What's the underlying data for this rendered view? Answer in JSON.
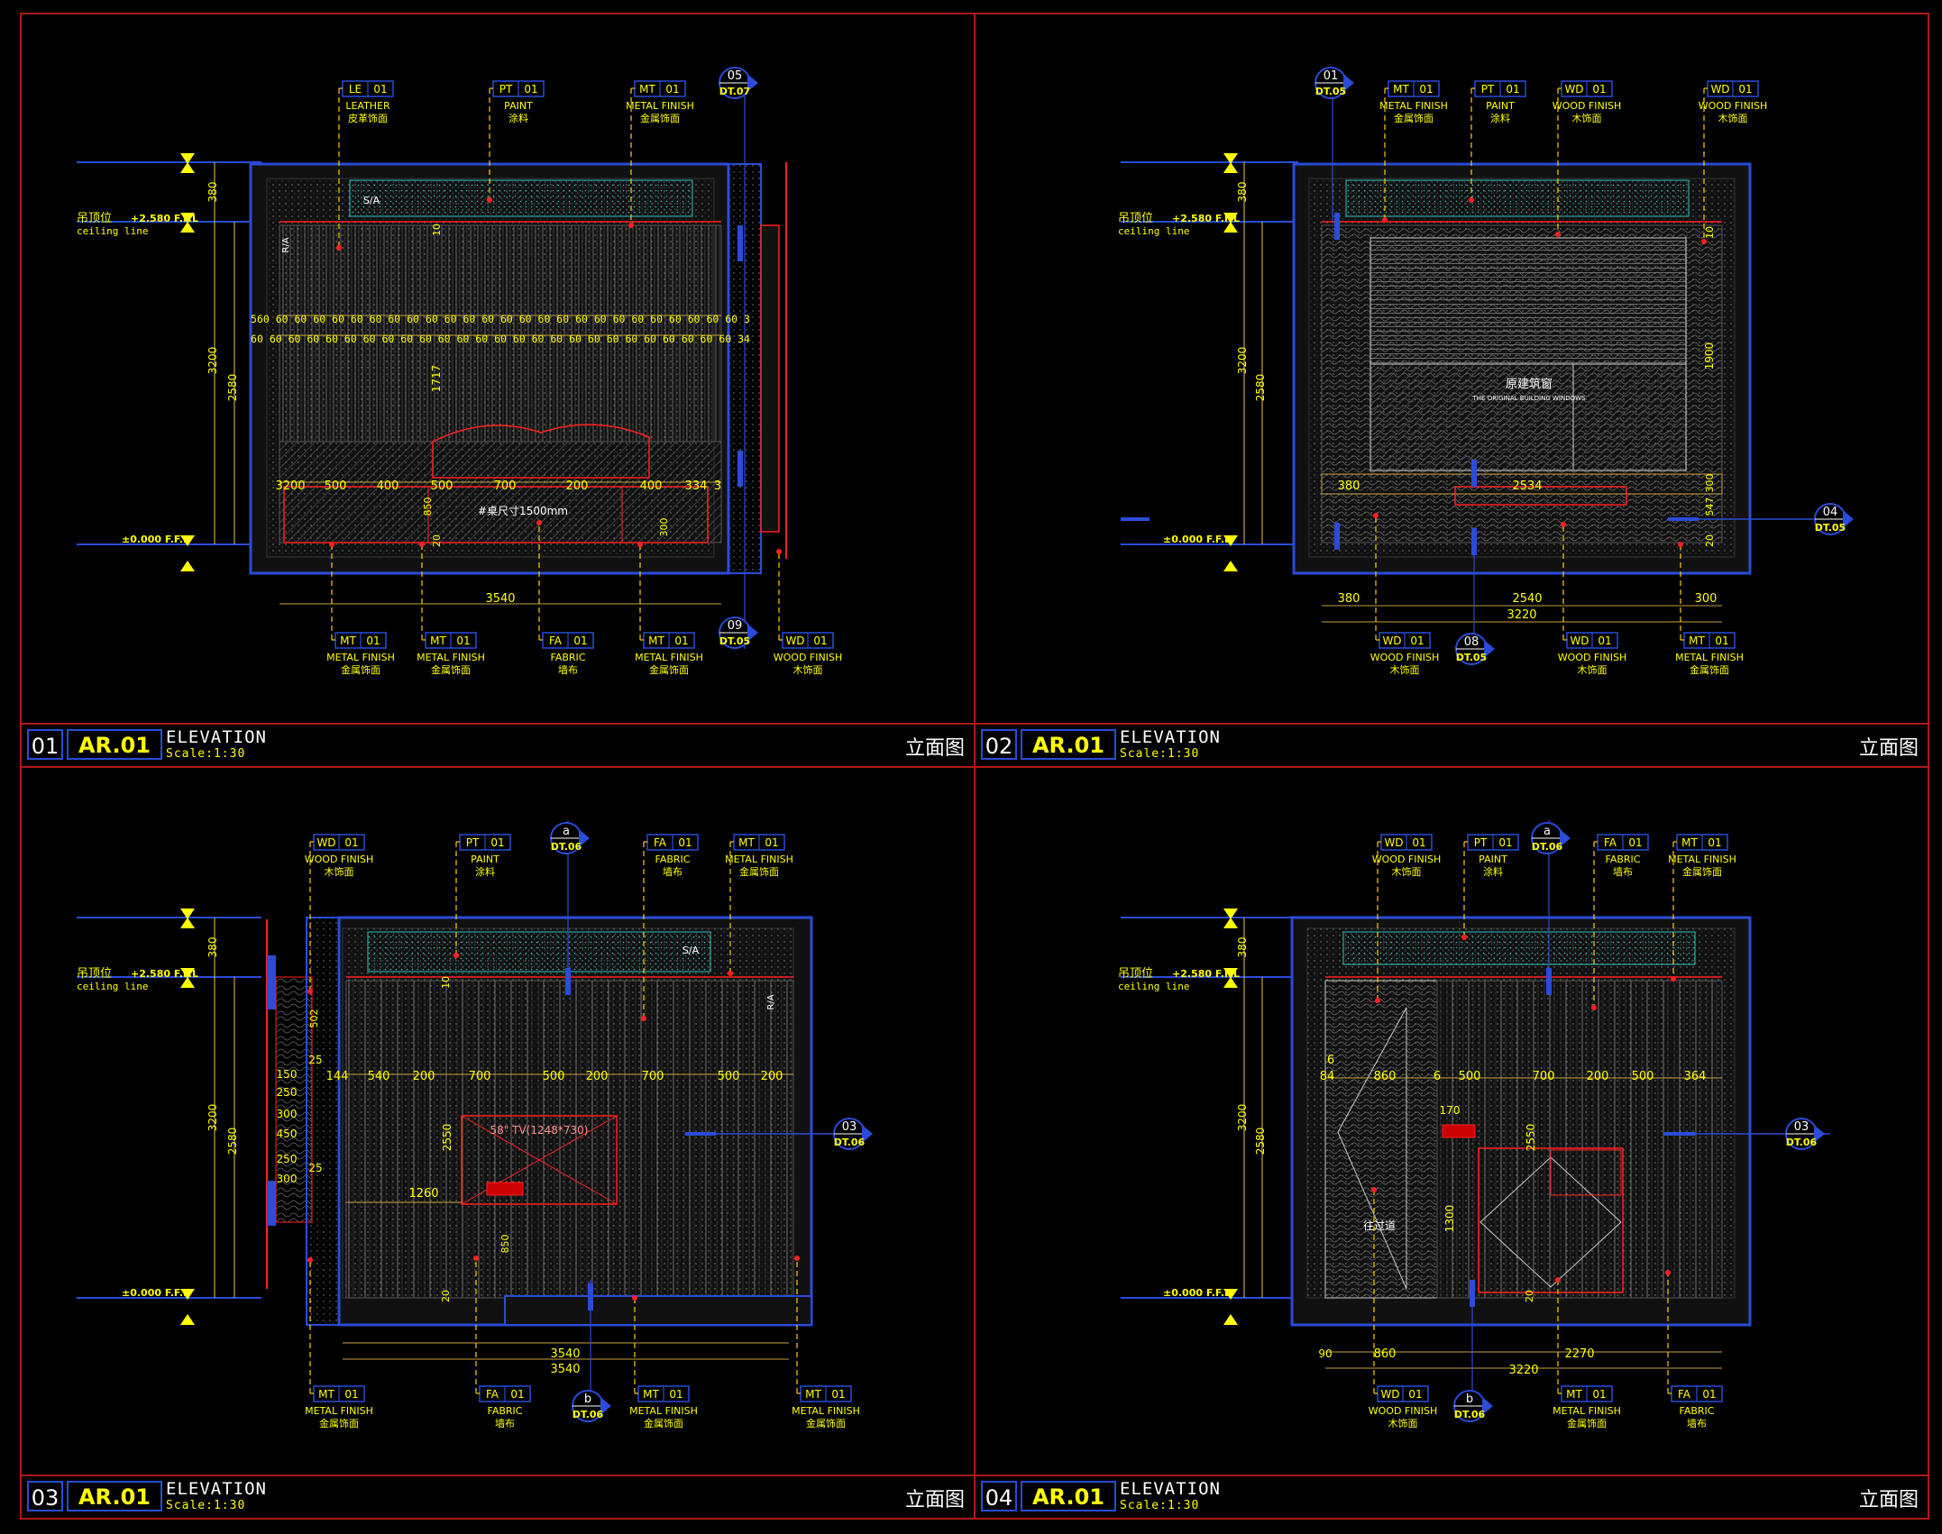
{
  "panels": [
    {
      "num": "01",
      "ref": "AR.01",
      "title": "ELEVATION",
      "scale": "Scale:1:30",
      "cn": "立面图",
      "ceiling_cn": "吊顶位",
      "ceiling_lvl": "+2.580 F.F.L",
      "ceiling_en": "ceiling line",
      "floor_lvl": "±0.000 F.F.L",
      "dims_v": [
        "380",
        "3200",
        "2580",
        "1717",
        "10",
        "20",
        "850",
        "300"
      ],
      "dims_h_row1": "560 60 60 60 60 60 60 60 60 60 60 60 60 60 60 60 60 60 60 60 60 60 60 60 60 60 3",
      "dims_h_row2": "60 60 60 60 60 60 60 60 60 60 60 60 60 60 60 60 60 60 60 60 60 60 60 60 60 60 34",
      "dims_h_row3": [
        "3200",
        "500",
        "400",
        "500",
        "700",
        "200",
        "400",
        "334",
        "3"
      ],
      "dim_bottom": "3540",
      "note": "#桌尺寸1500mm",
      "sa_label": "S/A",
      "ra_label": "R/A",
      "tags_top": [
        {
          "code": "LE",
          "num": "01",
          "en": "LEATHER",
          "cn": "皮革饰面"
        },
        {
          "code": "PT",
          "num": "01",
          "en": "PAINT",
          "cn": "涂料"
        },
        {
          "code": "MT",
          "num": "01",
          "en": "METAL FINISH",
          "cn": "金属饰面"
        }
      ],
      "tags_bottom": [
        {
          "code": "MT",
          "num": "01",
          "en": "METAL FINISH",
          "cn": "金属饰面"
        },
        {
          "code": "MT",
          "num": "01",
          "en": "METAL FINISH",
          "cn": "金属饰面"
        },
        {
          "code": "FA",
          "num": "01",
          "en": "FABRIC",
          "cn": "墙布"
        },
        {
          "code": "MT",
          "num": "01",
          "en": "METAL FINISH",
          "cn": "金属饰面"
        },
        {
          "code": "WD",
          "num": "01",
          "en": "WOOD FINISH",
          "cn": "木饰面"
        }
      ],
      "callouts": [
        {
          "top": "05",
          "bot": "DT.07"
        },
        {
          "top": "09",
          "bot": "DT.05"
        }
      ]
    },
    {
      "num": "02",
      "ref": "AR.01",
      "title": "ELEVATION",
      "scale": "Scale:1:30",
      "cn": "立面图",
      "ceiling_cn": "吊顶位",
      "ceiling_lvl": "+2.580 F.F.L",
      "ceiling_en": "ceiling line",
      "floor_lvl": "±0.000 F.F.L",
      "dims_v": [
        "380",
        "3200",
        "2580",
        "10",
        "1900",
        "300",
        "547",
        "20"
      ],
      "dims_h": [
        "380",
        "2534"
      ],
      "dims_bottom": [
        "380",
        "2540",
        "300",
        "3220"
      ],
      "window_cn": "原建筑窗",
      "window_en": "THE ORIGINAL BUILDING WINDOWS",
      "tags_top": [
        {
          "code": "MT",
          "num": "01",
          "en": "METAL FINISH",
          "cn": "金属饰面"
        },
        {
          "code": "PT",
          "num": "01",
          "en": "PAINT",
          "cn": "涂料"
        },
        {
          "code": "WD",
          "num": "01",
          "en": "WOOD FINISH",
          "cn": "木饰面"
        },
        {
          "code": "WD",
          "num": "01",
          "en": "WOOD FINISH",
          "cn": "木饰面"
        }
      ],
      "tags_bottom": [
        {
          "code": "WD",
          "num": "01",
          "en": "WOOD FINISH",
          "cn": "木饰面"
        },
        {
          "code": "WD",
          "num": "01",
          "en": "WOOD FINISH",
          "cn": "木饰面"
        },
        {
          "code": "MT",
          "num": "01",
          "en": "METAL FINISH",
          "cn": "金属饰面"
        }
      ],
      "callouts": [
        {
          "top": "01",
          "bot": "DT.05"
        },
        {
          "top": "04",
          "bot": "DT.05"
        },
        {
          "top": "08",
          "bot": "DT.05"
        }
      ]
    },
    {
      "num": "03",
      "ref": "AR.01",
      "title": "ELEVATION",
      "scale": "Scale:1:30",
      "cn": "立面图",
      "ceiling_cn": "吊顶位",
      "ceiling_lvl": "+2.580 F.F.L",
      "ceiling_en": "ceiling line",
      "floor_lvl": "±0.000 F.F.L",
      "dims_v": [
        "380",
        "3200",
        "2580",
        "502",
        "2550",
        "850",
        "20",
        "10"
      ],
      "dims_v_left": [
        "150",
        "250",
        "300",
        "450",
        "250",
        "300",
        "25",
        "25"
      ],
      "dims_h": [
        "144",
        "540",
        "200",
        "700",
        "500",
        "200",
        "700",
        "500",
        "200"
      ],
      "dim_1260": "1260",
      "dims_bottom": [
        "3540",
        "3540"
      ],
      "tv_label": "58\" TV(1248*730)",
      "sa_label": "S/A",
      "ra_label": "R/A",
      "tags_top": [
        {
          "code": "WD",
          "num": "01",
          "en": "WOOD FINISH",
          "cn": "木饰面"
        },
        {
          "code": "PT",
          "num": "01",
          "en": "PAINT",
          "cn": "涂料"
        },
        {
          "code": "FA",
          "num": "01",
          "en": "FABRIC",
          "cn": "墙布"
        },
        {
          "code": "MT",
          "num": "01",
          "en": "METAL FINISH",
          "cn": "金属饰面"
        }
      ],
      "tags_bottom": [
        {
          "code": "MT",
          "num": "01",
          "en": "METAL FINISH",
          "cn": "金属饰面"
        },
        {
          "code": "FA",
          "num": "01",
          "en": "FABRIC",
          "cn": "墙布"
        },
        {
          "code": "MT",
          "num": "01",
          "en": "METAL FINISH",
          "cn": "金属饰面"
        },
        {
          "code": "MT",
          "num": "01",
          "en": "METAL FINISH",
          "cn": "金属饰面"
        }
      ],
      "callouts": [
        {
          "top": "a",
          "bot": "DT.06"
        },
        {
          "top": "03",
          "bot": "DT.06"
        },
        {
          "top": "b",
          "bot": "DT.06"
        }
      ]
    },
    {
      "num": "04",
      "ref": "AR.01",
      "title": "ELEVATION",
      "scale": "Scale:1:30",
      "cn": "立面图",
      "ceiling_cn": "吊顶位",
      "ceiling_lvl": "+2.580 F.F.L",
      "ceiling_en": "ceiling line",
      "floor_lvl": "±0.000 F.F.L",
      "dims_v": [
        "380",
        "3200",
        "2580",
        "2550",
        "1300",
        "170",
        "20"
      ],
      "dims_h": [
        "6",
        "84",
        "860",
        "6",
        "500",
        "700",
        "200",
        "500",
        "364"
      ],
      "dims_bottom": [
        "90",
        "860",
        "2270",
        "3220"
      ],
      "door_label": "往过道",
      "tags_top": [
        {
          "code": "WD",
          "num": "01",
          "en": "WOOD FINISH",
          "cn": "木饰面"
        },
        {
          "code": "PT",
          "num": "01",
          "en": "PAINT",
          "cn": "涂料"
        },
        {
          "code": "FA",
          "num": "01",
          "en": "FABRIC",
          "cn": "墙布"
        },
        {
          "code": "MT",
          "num": "01",
          "en": "METAL FINISH",
          "cn": "金属饰面"
        }
      ],
      "tags_bottom": [
        {
          "code": "WD",
          "num": "01",
          "en": "WOOD FINISH",
          "cn": "木饰面"
        },
        {
          "code": "MT",
          "num": "01",
          "en": "METAL FINISH",
          "cn": "金属饰面"
        },
        {
          "code": "FA",
          "num": "01",
          "en": "FABRIC",
          "cn": "墙布"
        }
      ],
      "callouts": [
        {
          "top": "a",
          "bot": "DT.06"
        },
        {
          "top": "03",
          "bot": "DT.06"
        },
        {
          "top": "b",
          "bot": "DT.06"
        }
      ]
    }
  ],
  "colors": {
    "frame": "#b01818",
    "wall": "#2a4cd8",
    "dim": "#c8a040",
    "tag": "#ffff00",
    "leader": "#ffcc00",
    "hatch": "#888888",
    "red": "#ff2020",
    "cyan": "#30c0c0"
  }
}
